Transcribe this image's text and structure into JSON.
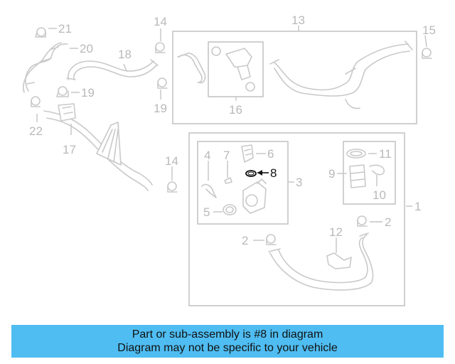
{
  "callouts": {
    "c1": "1",
    "c2a": "2",
    "c2b": "2",
    "c3": "3",
    "c4": "4",
    "c5": "5",
    "c6": "6",
    "c7": "7",
    "c8": "8",
    "c9": "9",
    "c10": "10",
    "c11": "11",
    "c12": "12",
    "c13": "13",
    "c14a": "14",
    "c14b": "14",
    "c15": "15",
    "c16": "16",
    "c17": "17",
    "c18": "18",
    "c19a": "19",
    "c19b": "19",
    "c20": "20",
    "c21": "21",
    "c22": "22"
  },
  "highlighted_part": "8",
  "banner": {
    "line1": "Part or sub-assembly is #8 in diagram",
    "line2": "Diagram may not be specific to your vehicle",
    "color": "#4fbdf2"
  },
  "colors": {
    "parts": "#c9c9c9",
    "highlight": "#111111"
  }
}
